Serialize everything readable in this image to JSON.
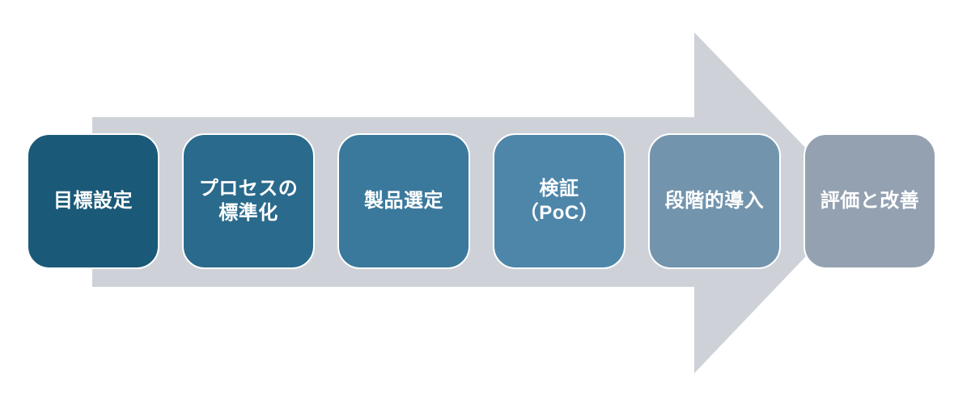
{
  "diagram": {
    "kind": "process-flow-arrow",
    "background_color": "#ffffff",
    "text_color": "#ffffff",
    "arrow": {
      "direction": "right",
      "color": "#ced2d8"
    },
    "steps": [
      {
        "label": "目標設定",
        "color": "#1b5978"
      },
      {
        "label": "プロセスの\n標準化",
        "color": "#2a6a8c"
      },
      {
        "label": "製品選定",
        "color": "#3b799c"
      },
      {
        "label": "検証\n（PoC）",
        "color": "#4e86aa"
      },
      {
        "label": "段階的導入",
        "color": "#7394ad"
      },
      {
        "label": "評価と改善",
        "color": "#94a1b1"
      }
    ]
  }
}
